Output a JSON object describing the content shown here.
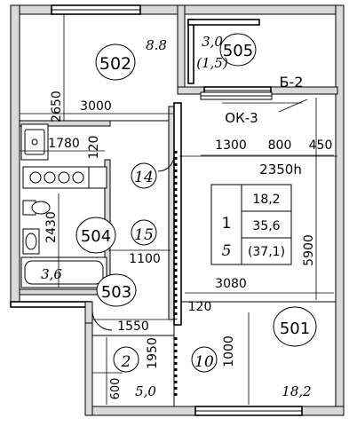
{
  "rooms": {
    "r501": "501",
    "r502": "502",
    "r503": "503",
    "r504": "504",
    "r505": "505"
  },
  "areas": {
    "a502": "8.8",
    "a505_1": "3,0",
    "a505_2": "(1,5)",
    "a504": "3,6",
    "a_kitchen": "5,0",
    "a501": "18,2"
  },
  "markers": {
    "m14": "14",
    "m15": "15",
    "m10": "10",
    "m2": "2"
  },
  "labels": {
    "balcony": "Б-2",
    "window": "ОК-3",
    "height": "2350h"
  },
  "dimensions": {
    "d2650": "2650",
    "d3000": "3000",
    "d1780": "1780",
    "d120a": "120",
    "d1300": "1300",
    "d800": "800",
    "d450": "450",
    "d2430": "2430",
    "d1100": "1100",
    "d5900": "5900",
    "d3080": "3080",
    "d120b": "120",
    "d1550": "1550",
    "d1950": "1950",
    "d1000": "1000",
    "d600": "600"
  },
  "summary": {
    "rooms_count": "1",
    "floor": "5",
    "living_area": "18,2",
    "total_area": "35,6",
    "total_area_balcony": "(37,1)"
  }
}
